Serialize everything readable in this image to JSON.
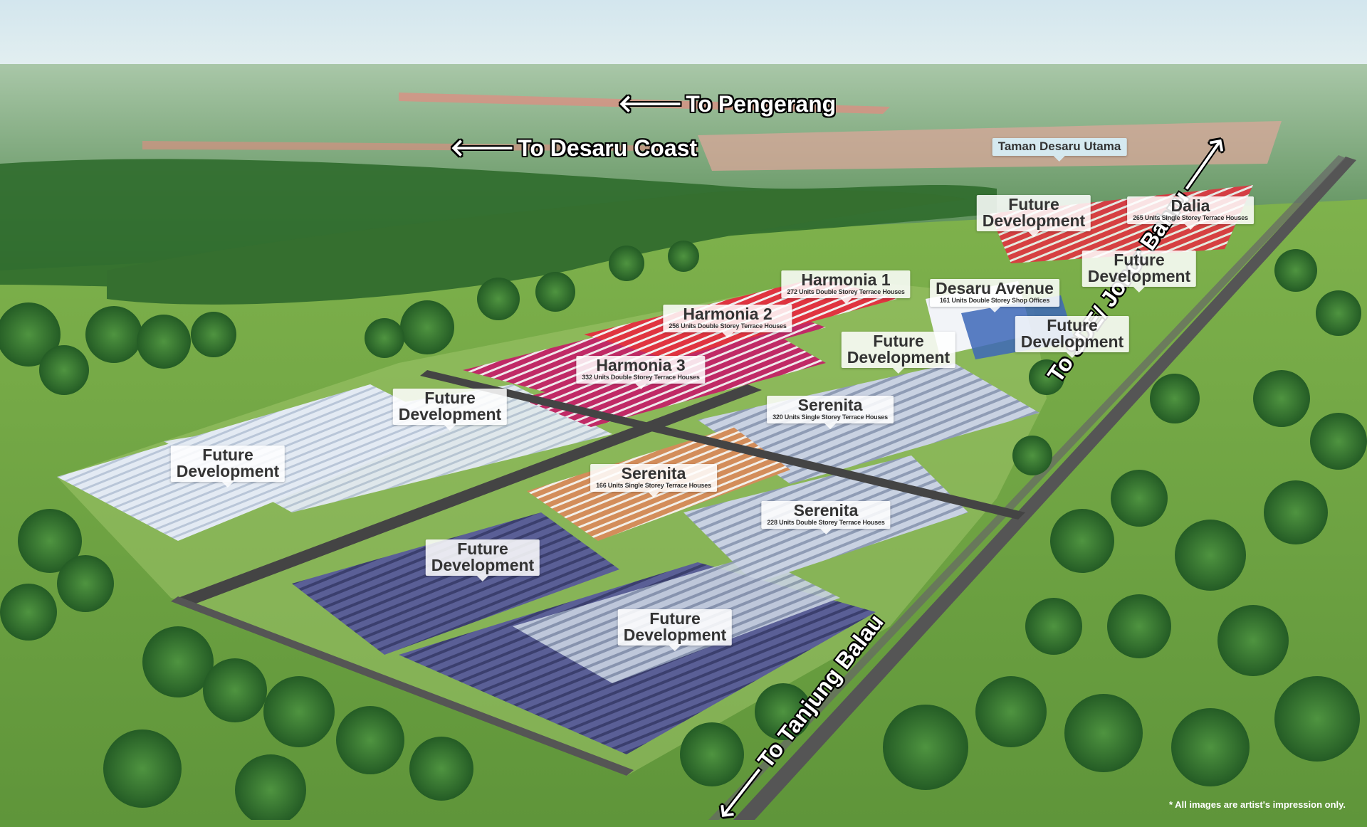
{
  "roads": {
    "pengerang": {
      "arrow": "🡐",
      "text": "To Pengerang"
    },
    "desaru_coast": {
      "arrow": "🡐",
      "text": "To Desaru Coast"
    },
    "sde_johor": {
      "arrow": "🡒",
      "text": "To SDE/ Johor Bahru"
    },
    "tanjung_balau": {
      "arrow": "🡐",
      "text": "To Tanjung Balau"
    }
  },
  "labels": {
    "taman": {
      "title": "Taman Desaru Utama"
    },
    "fd_top": {
      "title": "Future Development"
    },
    "dalia": {
      "title": "Dalia",
      "sub": "265 Units Single Storey Terrace Houses"
    },
    "fd_right": {
      "title": "Future Development"
    },
    "harmonia1": {
      "title": "Harmonia 1",
      "sub": "272 Units Double Storey Terrace Houses"
    },
    "desaru_avenue": {
      "title": "Desaru Avenue",
      "sub": "161 Units Double Storey Shop Offices"
    },
    "harmonia2": {
      "title": "Harmonia 2",
      "sub": "256 Units Double Storey Terrace Houses"
    },
    "fd_mid_right": {
      "title": "Future Development"
    },
    "fd_center_top": {
      "title": "Future Development"
    },
    "harmonia3": {
      "title": "Harmonia 3",
      "sub": "332 Units Double Storey Terrace Houses"
    },
    "fd_left_top": {
      "title": "Future Development"
    },
    "serenita_a": {
      "title": "Serenita",
      "sub": "320 Units Single Storey Terrace Houses"
    },
    "fd_left": {
      "title": "Future Development"
    },
    "serenita_b": {
      "title": "Serenita",
      "sub": "166 Units Single Storey Terrace Houses"
    },
    "serenita_c": {
      "title": "Serenita",
      "sub": "228 Units Double Storey Terrace Houses"
    },
    "fd_lower_left": {
      "title": "Future Development"
    },
    "fd_bottom": {
      "title": "Future Development"
    }
  },
  "disclaimer": "* All images are artist's impression only.",
  "colors": {
    "sky": "#dfeef4",
    "forest": "#3f7f3a",
    "grass": "#7bb04a",
    "road": "#4a4a4a",
    "roof_red": "#d8333b",
    "roof_magenta": "#c0285f",
    "roof_orange": "#d08a5a",
    "roof_white": "#e8eef4",
    "roof_purple": "#53588c"
  }
}
